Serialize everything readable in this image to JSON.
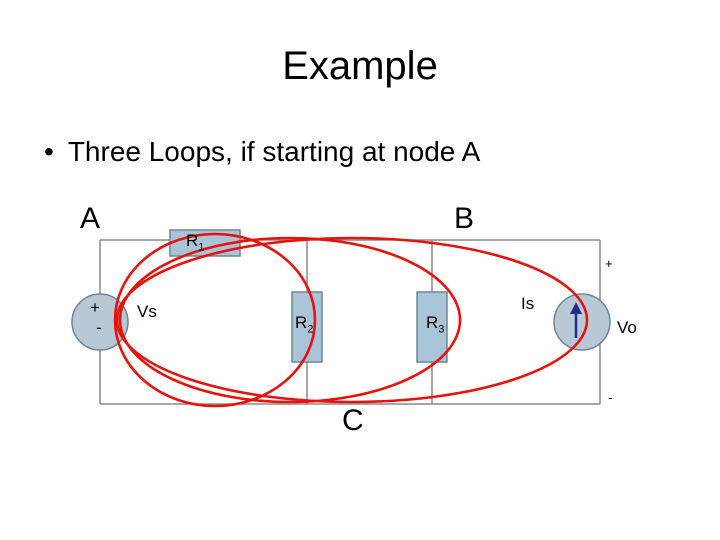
{
  "slide": {
    "title": "Example",
    "bullet": "Three Loops, if starting at node A"
  },
  "nodes": {
    "a": "A",
    "b": "B",
    "c": "C"
  },
  "components": {
    "r1": {
      "name": "R",
      "sub": "1"
    },
    "r2": {
      "name": "R",
      "sub": "2"
    },
    "r3": {
      "name": "R",
      "sub": "3"
    },
    "vs": "Vs",
    "is": "Is",
    "vo": "Vo",
    "plus": "+",
    "minus": "-"
  },
  "colors": {
    "wire": "#8a8a8a",
    "loop": "#e8120c",
    "component_fill": "#a8c4d6",
    "component_stroke": "#6d8799",
    "source_fill": "#b8c8d4"
  }
}
